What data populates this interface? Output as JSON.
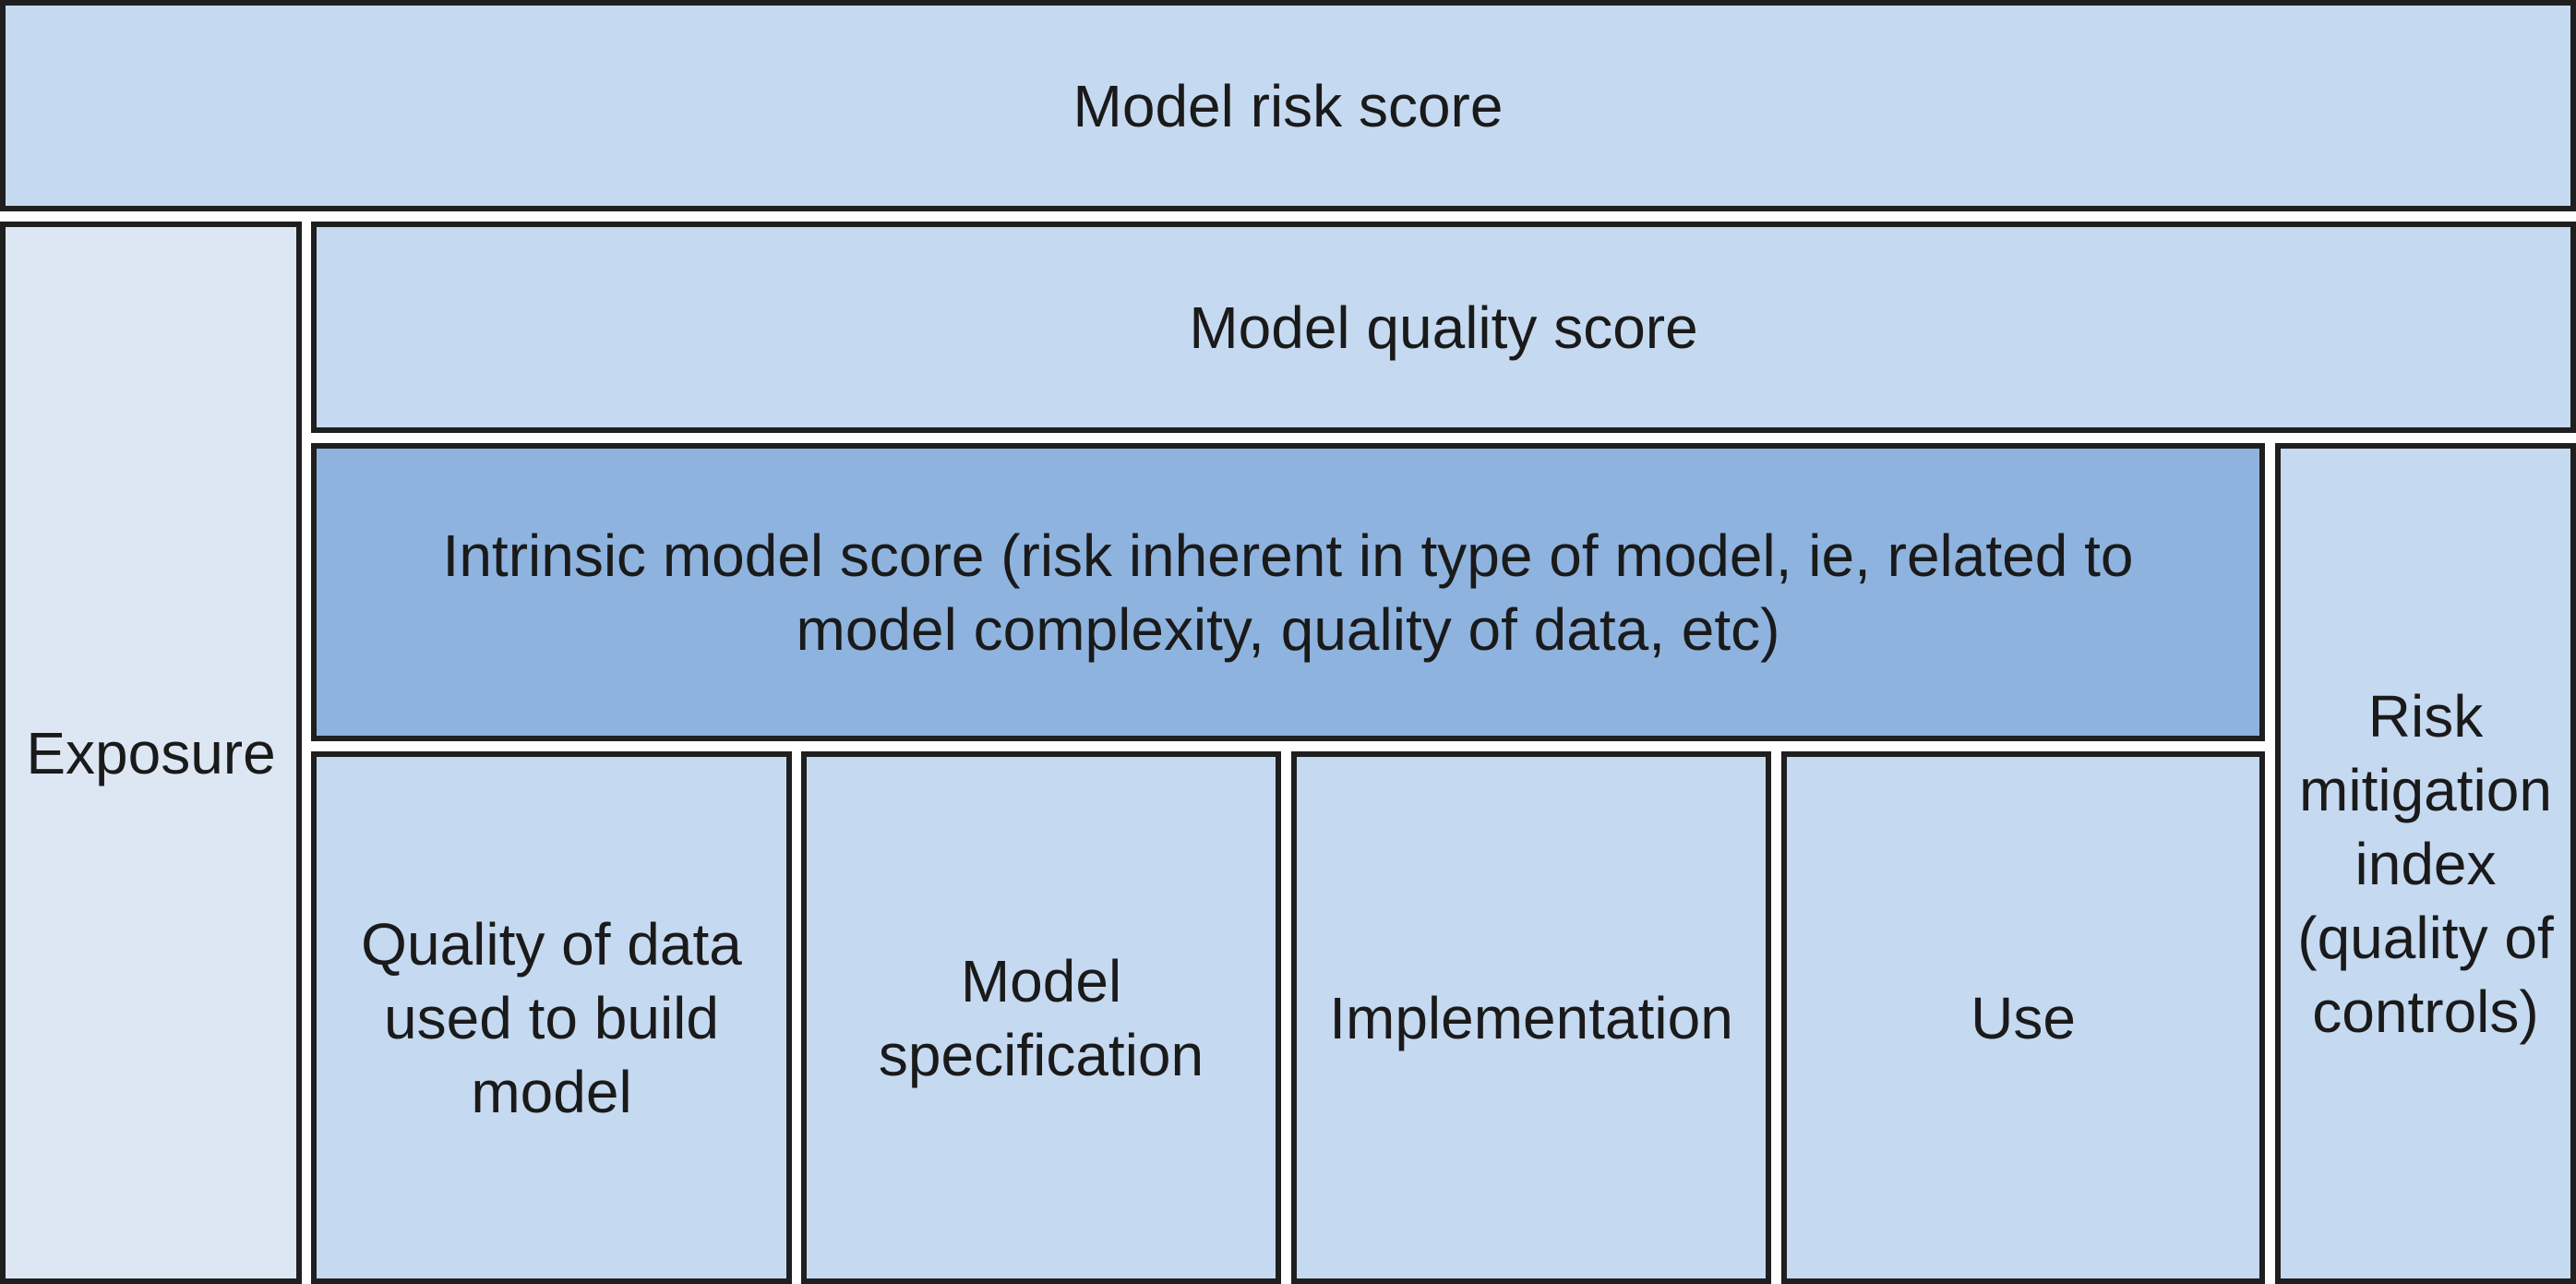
{
  "diagram": {
    "title": "Model risk score",
    "exposure": "Exposure",
    "model_quality": "Model quality score",
    "intrinsic": "Intrinsic model score (risk inherent in type of model, ie, related to model complexity, quality of data, etc)",
    "risk_mitigation": "Risk mitigation index (quality of controls)",
    "components": [
      "Quality of data used to build model",
      "Model specification",
      "Implementation",
      "Use"
    ]
  },
  "colors": {
    "light_blue": "#c5d9f0",
    "pale_blue": "#dde7f3",
    "medium_blue": "#8eb3de",
    "border": "#1f1f1f"
  }
}
